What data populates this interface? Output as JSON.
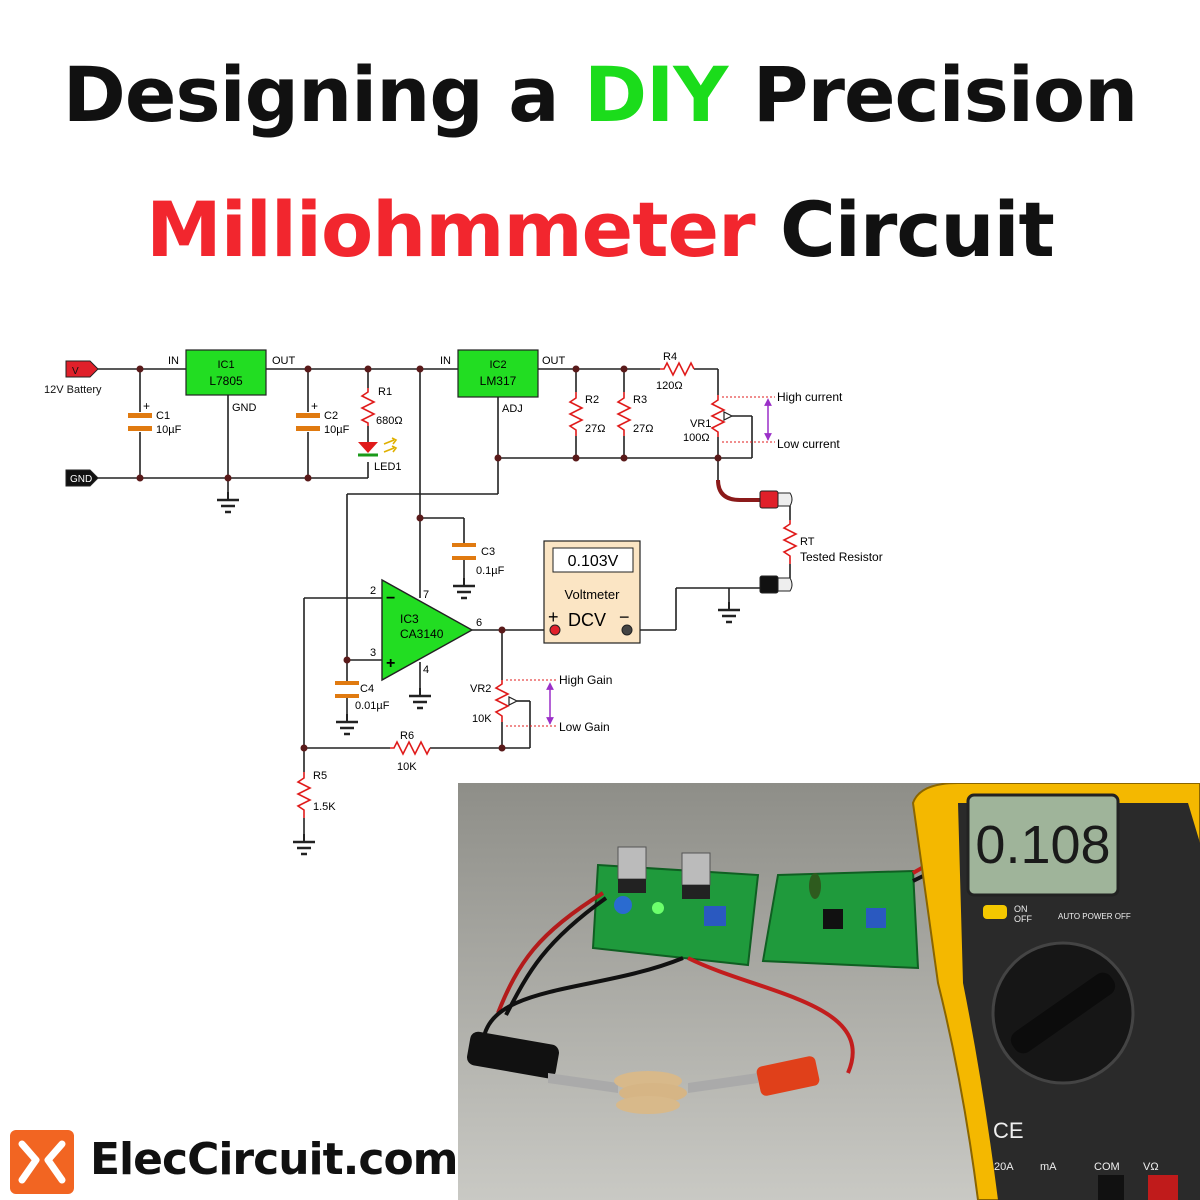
{
  "title": {
    "line1_part1": "Designing a ",
    "line1_part2": "DIY",
    "line1_part3": " Precision",
    "line2_part1": "Milliohmmeter",
    "line2_part2": " Circuit"
  },
  "colors": {
    "accent_green": "#1bdc1b",
    "accent_red": "#f2262e",
    "ic_green": "#22dd22",
    "brand_orange": "#f26522"
  },
  "schematic": {
    "vin_tag": "V",
    "battery_label": "12V Battery",
    "gnd_tag": "GND",
    "ic1": {
      "name": "IC1",
      "part": "L7805",
      "in": "IN",
      "out": "OUT",
      "gnd": "GND"
    },
    "c1": {
      "name": "C1",
      "value": "10µF"
    },
    "c2": {
      "name": "C2",
      "value": "10µF"
    },
    "r1": {
      "name": "R1",
      "value": "680Ω"
    },
    "led1": "LED1",
    "ic2": {
      "name": "IC2",
      "part": "LM317",
      "in": "IN",
      "out": "OUT",
      "adj": "ADJ"
    },
    "r2": {
      "name": "R2",
      "value": "27Ω"
    },
    "r3": {
      "name": "R3",
      "value": "27Ω"
    },
    "r4": {
      "name": "R4",
      "value": "120Ω"
    },
    "vr1": {
      "name": "VR1",
      "value": "100Ω",
      "high": "High current",
      "low": "Low current"
    },
    "rt": {
      "name": "RT",
      "desc": "Tested Resistor"
    },
    "c3": {
      "name": "C3",
      "value": "0.1µF"
    },
    "ic3": {
      "name": "IC3",
      "part": "CA3140",
      "pin2": "2",
      "pin3": "3",
      "pin4": "4",
      "pin6": "6",
      "pin7": "7",
      "minus": "−",
      "plus": "+"
    },
    "voltmeter": {
      "reading": "0.103V",
      "label": "Voltmeter",
      "mode": "DCV",
      "plus": "+",
      "minus": "−"
    },
    "c4": {
      "name": "C4",
      "value": "0.01µF"
    },
    "vr2": {
      "name": "VR2",
      "value": "10K",
      "high": "High Gain",
      "low": "Low Gain"
    },
    "r6": {
      "name": "R6",
      "value": "10K"
    },
    "r5": {
      "name": "R5",
      "value": "1.5K"
    }
  },
  "photo": {
    "meter_reading": "0.108",
    "meter_on": "ON",
    "meter_off": "OFF",
    "auto_power_off": "AUTO POWER OFF",
    "jack_20a": "20A",
    "jack_ma": "mA",
    "jack_com": "COM",
    "jack_v": "VΩ",
    "ce_mark": "CE"
  },
  "logo": {
    "text": "ElecCircuit.com"
  }
}
